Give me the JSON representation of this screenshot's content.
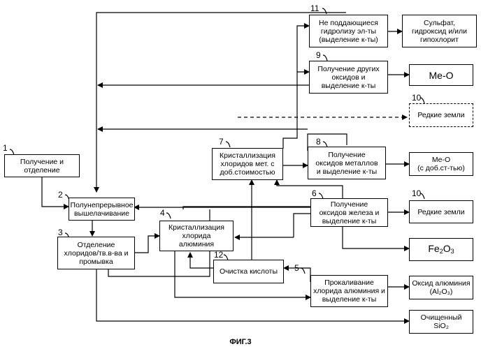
{
  "boxes": {
    "b1": {
      "number": "1",
      "text": "Получение и\nотделение"
    },
    "b2": {
      "number": "2",
      "text": "Полунепрерывное\nвышелачивание"
    },
    "b3": {
      "number": "3",
      "text": "Отделение\nхлоридов/тв.в-ва и\nпромывка"
    },
    "b4": {
      "number": "4",
      "text": "Кристаллизация\nхлорида\nалюминия"
    },
    "b5": {
      "number": "5",
      "text": "Прокаливание\nхлорида алюминия и\nвыделение к-ты"
    },
    "b6": {
      "number": "6",
      "text": "Получение\nоксидов железа и\nвыделение к-ты"
    },
    "b7": {
      "number": "7",
      "text": "Кристаллизация\nхлоридов мет. с\nдоб.стоимостью"
    },
    "b8": {
      "number": "8",
      "text": "Получение\nоксидов металлов\nи выделение к-ты"
    },
    "b9": {
      "number": "9",
      "text": "Получение других\nоксидов и\nвыделение к-ты"
    },
    "b10": {
      "number": "10",
      "text": "Редкие земли"
    },
    "b11": {
      "number": "11",
      "text": "Не поддающиеся\nгидролизу эл-ты\n(выделение к-ты)"
    },
    "b12": {
      "number": "12",
      "text": "Очистка кислоты"
    }
  },
  "products": {
    "sulfate": {
      "text": "Сульфат,\nгидроксид и/или\nгипохлорит"
    },
    "meo": {
      "text": "Me-O"
    },
    "rare_dashed": {
      "number": "10",
      "text": "Редкие земли"
    },
    "meo_added": {
      "text": "Me-O\n(с доб.ст-тью)"
    },
    "fe2o3": {
      "main": "Fe",
      "sub1": "2",
      "mid": "O",
      "sub2": "3"
    },
    "alumina": {
      "text": "Оксид алюминия\n(Al₂O₃)"
    },
    "silica": {
      "text": "Очищенный\nSiO₂"
    }
  },
  "caption": "ФИГ.3"
}
